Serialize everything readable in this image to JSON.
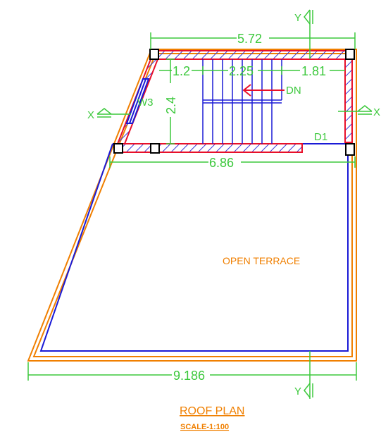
{
  "drawing": {
    "title": "ROOF PLAN",
    "scale": "SCALE-1:100",
    "room_label": "OPEN TERRACE",
    "stair_direction": "DN",
    "door_tag": "D1",
    "window_tag": "W3"
  },
  "dimensions": {
    "top_overall": "5.72",
    "segment_left": "1.2",
    "segment_stair": "2.25",
    "segment_right": "1.81",
    "stair_depth": "2.4",
    "mid_width": "6.86",
    "bottom_width": "9.186"
  },
  "section_marks": {
    "x_left": "X",
    "x_right": "X",
    "y_top": "Y",
    "y_bottom": "Y"
  },
  "colors": {
    "dimension": "#3cc83c",
    "outline": "#f07f00",
    "inner": "#1a1ad6",
    "wall": "#e8102a",
    "hatch": "#3a3ad8"
  }
}
